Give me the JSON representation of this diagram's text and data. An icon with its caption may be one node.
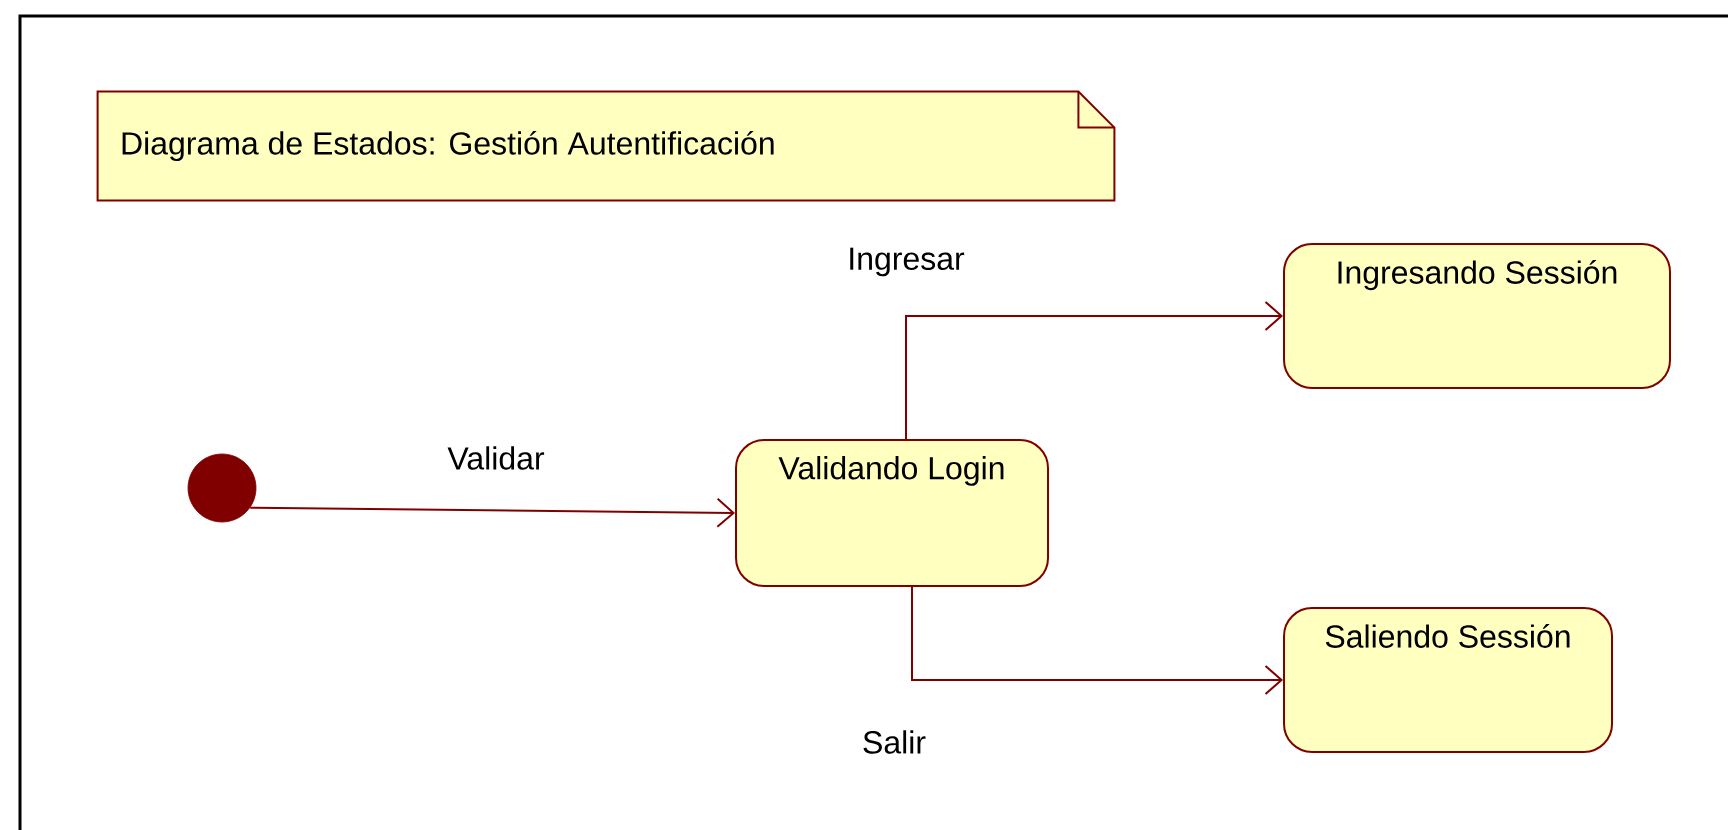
{
  "diagram": {
    "nodes": [
      {
        "text": [
          "Diagrama de Estados: Gestión Autentificación"
        ]
      },
      {
        "text": [],
        "shape": "circle"
      },
      {
        "text": [
          "Validando Login"
        ]
      },
      {
        "text": [
          "Ingresando Sessión"
        ]
      },
      {
        "text": [
          "Saliendo Sessión"
        ]
      }
    ],
    "edges": [
      {
        "from": 1,
        "to": 2,
        "arrow": "to",
        "label": "Validar"
      },
      {
        "from": 2,
        "to": 3,
        "arrow": "to",
        "label": "Ingresar"
      },
      {
        "from": 2,
        "to": 4,
        "arrow": "to",
        "label": "Salir"
      }
    ]
  }
}
